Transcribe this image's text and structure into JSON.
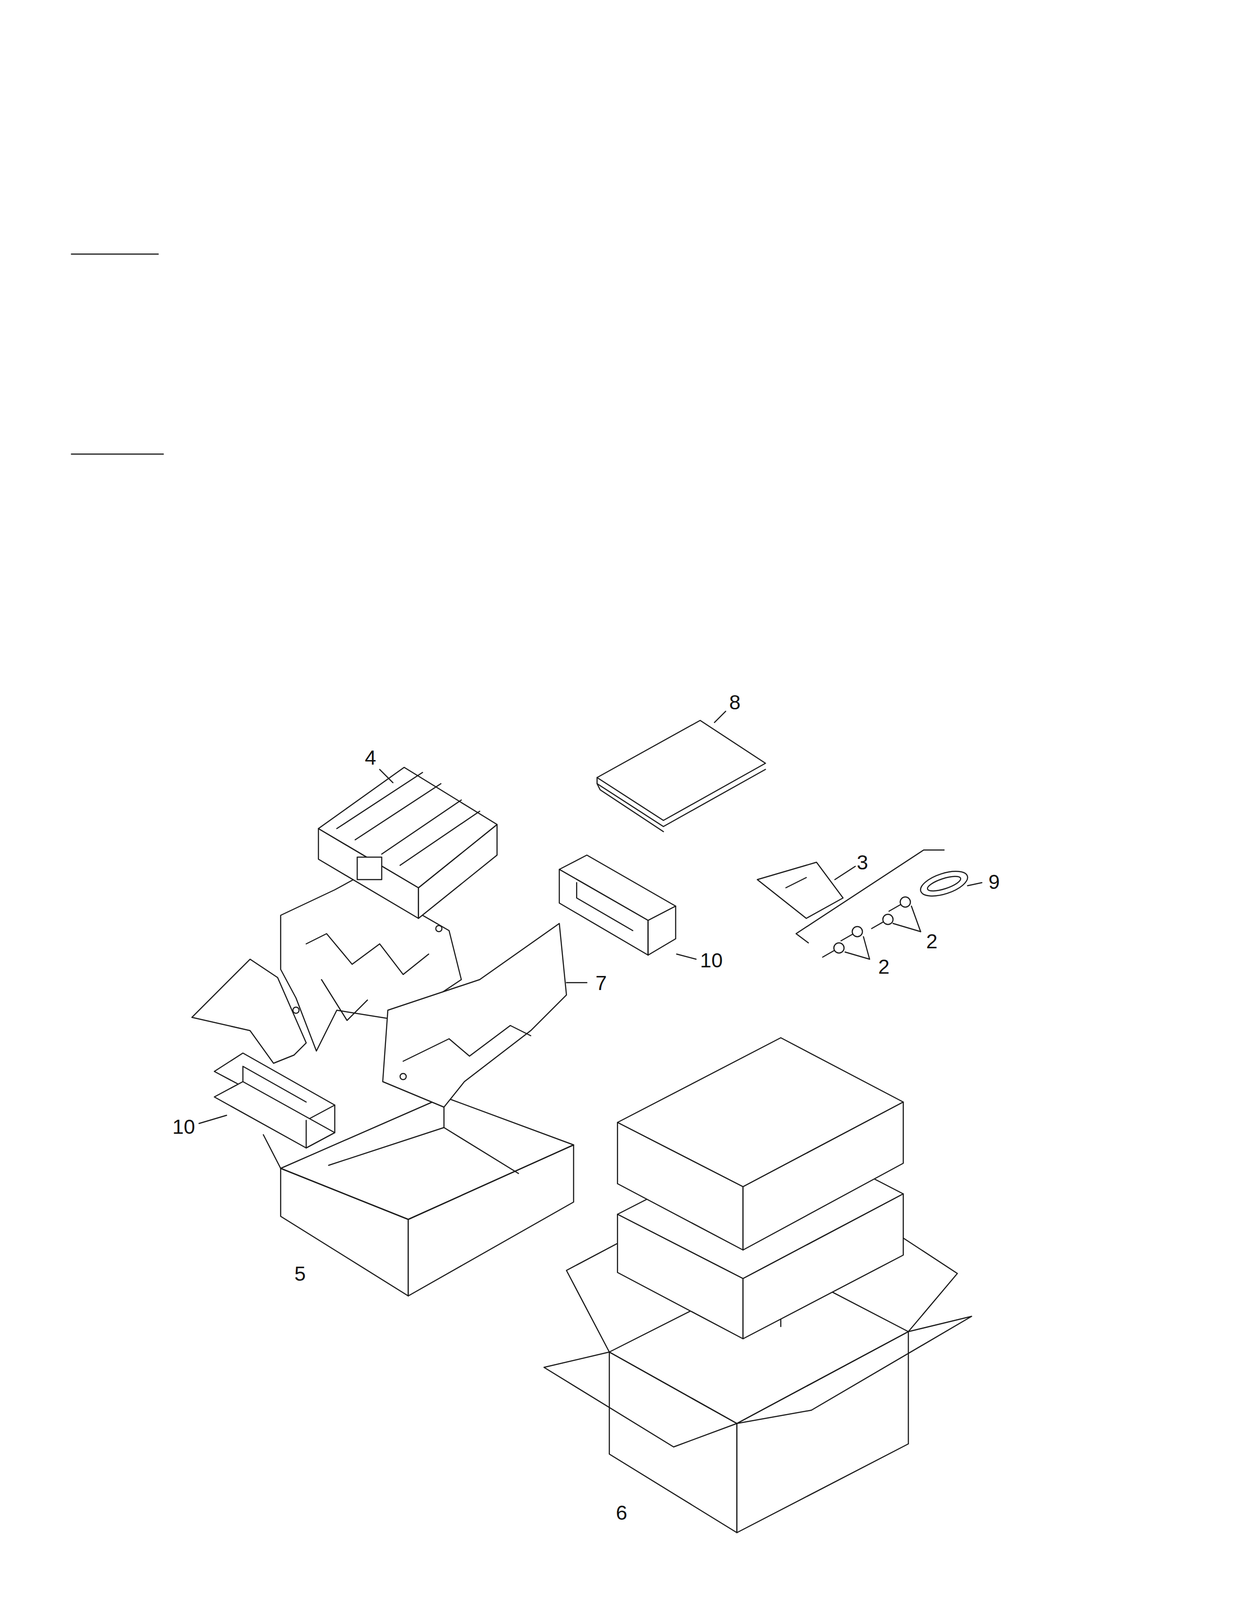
{
  "diagram": {
    "labels": [
      "8",
      "4",
      "3",
      "9",
      "10",
      "2",
      "2",
      "7",
      "10",
      "5",
      "6"
    ]
  }
}
